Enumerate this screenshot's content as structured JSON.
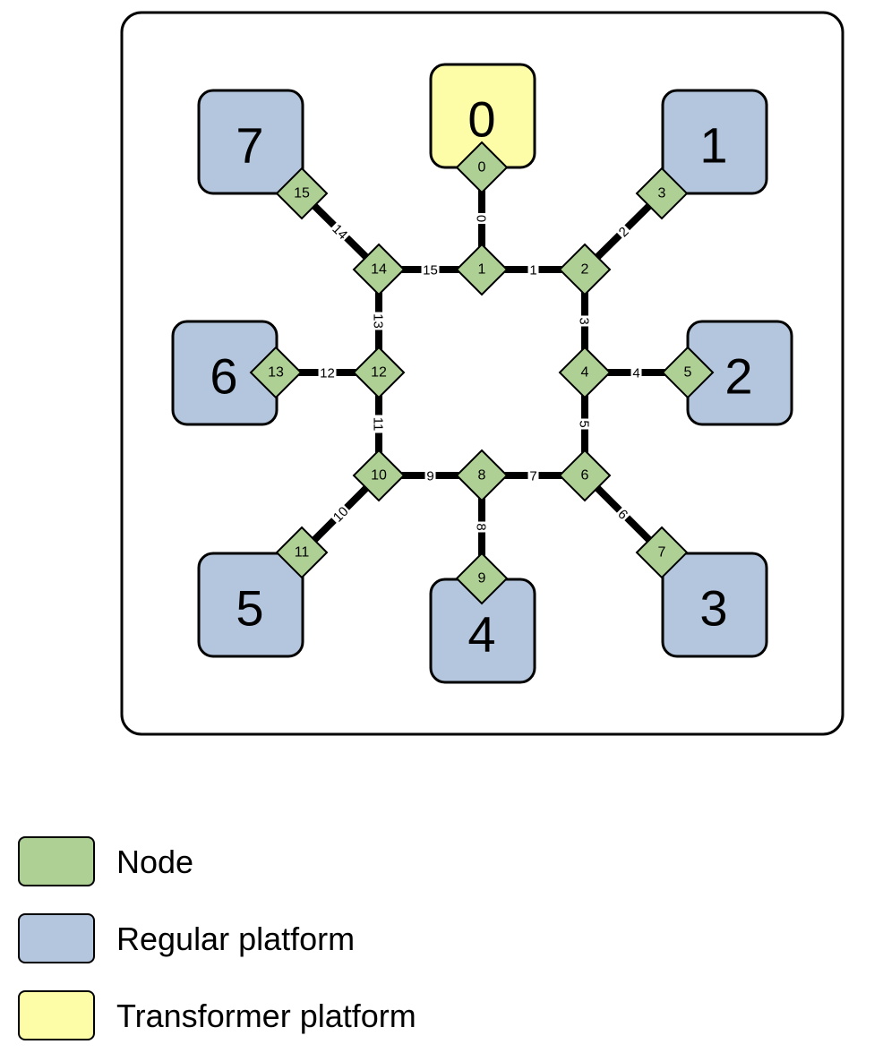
{
  "colors": {
    "node": "#aed095",
    "regular_platform": "#b4c6dd",
    "transformer_platform": "#fdfda7",
    "edge": "#000000",
    "frame": "#000000"
  },
  "platforms": [
    {
      "id": "0",
      "type": "transformer"
    },
    {
      "id": "1",
      "type": "regular"
    },
    {
      "id": "2",
      "type": "regular"
    },
    {
      "id": "3",
      "type": "regular"
    },
    {
      "id": "4",
      "type": "regular"
    },
    {
      "id": "5",
      "type": "regular"
    },
    {
      "id": "6",
      "type": "regular"
    },
    {
      "id": "7",
      "type": "regular"
    }
  ],
  "nodes": [
    "0",
    "1",
    "2",
    "3",
    "4",
    "5",
    "6",
    "7",
    "8",
    "9",
    "10",
    "11",
    "12",
    "13",
    "14",
    "15"
  ],
  "edges": [
    {
      "label": "0",
      "from": "0",
      "to": "1"
    },
    {
      "label": "1",
      "from": "1",
      "to": "2"
    },
    {
      "label": "2",
      "from": "2",
      "to": "3"
    },
    {
      "label": "3",
      "from": "2",
      "to": "4"
    },
    {
      "label": "4",
      "from": "4",
      "to": "5"
    },
    {
      "label": "5",
      "from": "4",
      "to": "6"
    },
    {
      "label": "6",
      "from": "6",
      "to": "7"
    },
    {
      "label": "7",
      "from": "6",
      "to": "8"
    },
    {
      "label": "8",
      "from": "8",
      "to": "9"
    },
    {
      "label": "9",
      "from": "8",
      "to": "10"
    },
    {
      "label": "10",
      "from": "10",
      "to": "11"
    },
    {
      "label": "11",
      "from": "10",
      "to": "12"
    },
    {
      "label": "12",
      "from": "12",
      "to": "13"
    },
    {
      "label": "13",
      "from": "12",
      "to": "14"
    },
    {
      "label": "14",
      "from": "14",
      "to": "15"
    },
    {
      "label": "15",
      "from": "14",
      "to": "1"
    }
  ],
  "legend": {
    "node_label": "Node",
    "regular_label": "Regular platform",
    "transformer_label": "Transformer platform"
  }
}
